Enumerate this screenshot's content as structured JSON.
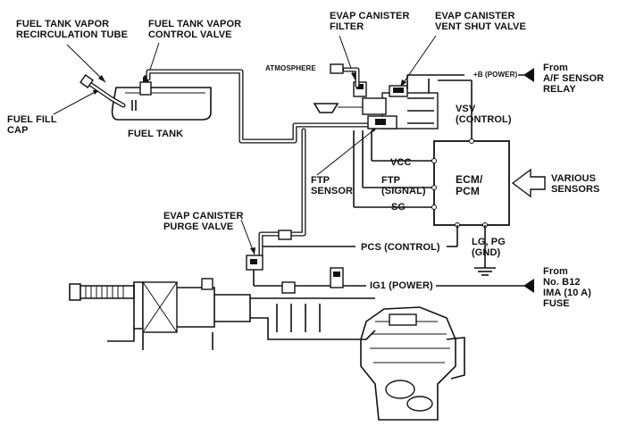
{
  "labels": {
    "recirc_tube": "FUEL TANK VAPOR\nRECIRCULATION TUBE",
    "vapor_control_valve": "FUEL TANK VAPOR\nCONTROL VALVE",
    "canister_filter": "EVAP CANISTER\nFILTER",
    "vent_shut_valve": "EVAP CANISTER\nVENT SHUT VALVE",
    "atmosphere": "ATMOSPHERE",
    "b_power": "+B (POWER)",
    "from_af_relay": "From\nA/F SENSOR\nRELAY",
    "fuel_fill_cap": "FUEL FILL\nCAP",
    "fuel_tank": "FUEL TANK",
    "vsv_control": "VSV\n(CONTROL)",
    "vcc": "VCC",
    "ftp_signal": "FTP\n(SIGNAL)",
    "sg": "SG",
    "ecm_pcm": "ECM/\nPCM",
    "various_sensors": "VARIOUS\nSENSORS",
    "ftp_sensor": "FTP\nSENSOR",
    "purge_valve": "EVAP CANISTER\nPURGE VALVE",
    "pcs_control": "PCS (CONTROL)",
    "lg_pg_gnd": "LG, PG\n(GND)",
    "ig1_power": "IG1 (POWER)",
    "from_b12_fuse": "From\nNo. B12\nIMA (10 A)\nFUSE"
  }
}
